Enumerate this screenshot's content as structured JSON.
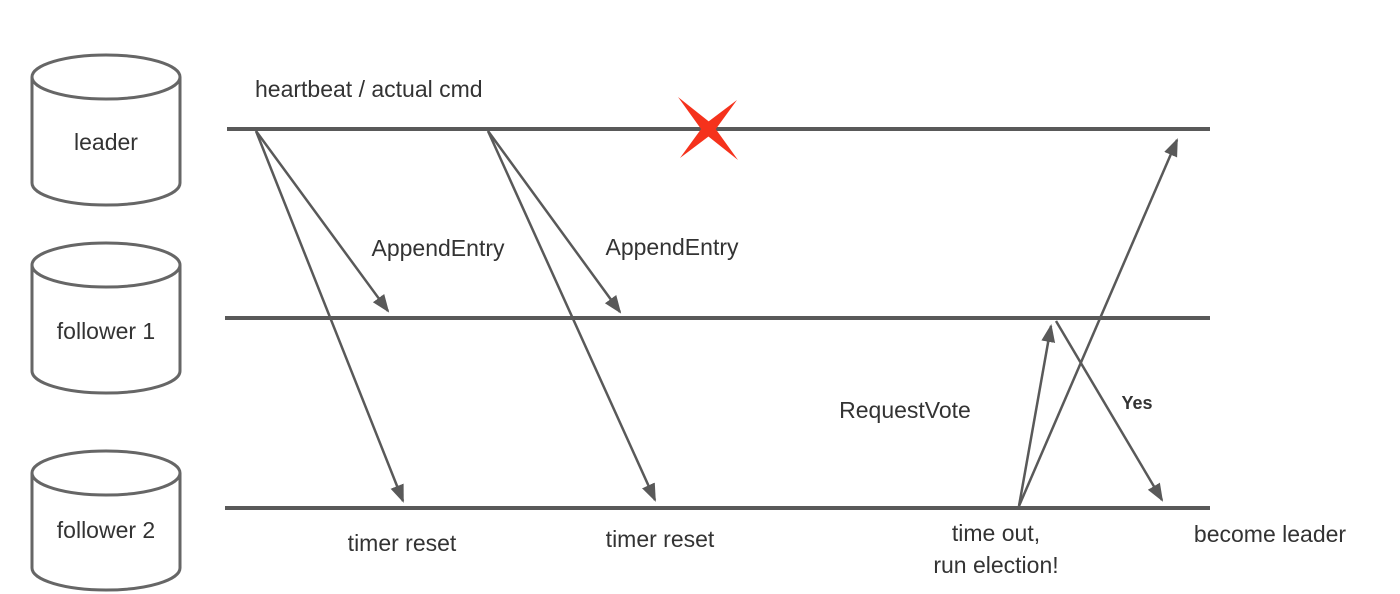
{
  "diagram": {
    "type": "raft-consensus-sequence-diagram",
    "nodes": [
      {
        "label": "leader"
      },
      {
        "label": "follower 1"
      },
      {
        "label": "follower 2"
      }
    ],
    "annotations": {
      "heartbeat": "heartbeat / actual cmd",
      "append_entry_left": "AppendEntry",
      "append_entry_right": "AppendEntry",
      "request_vote": "RequestVote",
      "vote_reply": "Yes",
      "timer_reset_left": "timer reset",
      "timer_reset_right": "timer reset",
      "timeout_line_1": "time out,",
      "timeout_line_2": "run election!",
      "become_leader": "become leader"
    },
    "colors": {
      "timeline": "#595959",
      "arrow": "#595959",
      "cylinder_stroke": "#666666",
      "text": "#333333",
      "failure_mark": "#f5321c",
      "background": "#ffffff"
    }
  }
}
